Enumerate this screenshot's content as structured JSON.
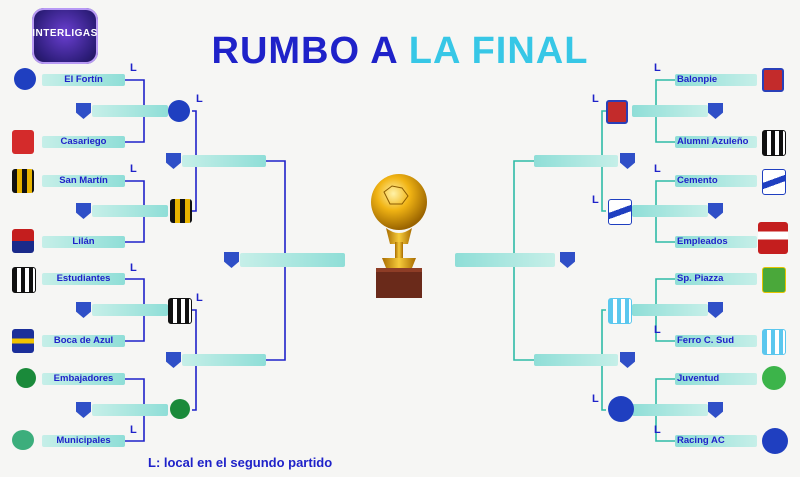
{
  "header": {
    "title_part1": "RUMBO A",
    "title_part2": "LA FINAL",
    "logo_text": "INTERLIGAS"
  },
  "left_bracket": {
    "teams": [
      "El Fortín",
      "Casariego",
      "San Martín",
      "Lilán",
      "Estudiantes",
      "Boca de Azul",
      "Embajadores",
      "Municipales"
    ]
  },
  "right_bracket": {
    "teams": [
      "Balonpie",
      "Alumni Azuleño",
      "Cemento",
      "Empleados",
      "Sp. Piazza",
      "Ferro C. Sud",
      "Juventud",
      "Racing AC"
    ]
  },
  "home_marker": "L",
  "legend": "L: local en el segundo partido",
  "colors": {
    "title_blue": "#1f22c9",
    "title_cyan": "#37c7e6",
    "line_blue": "#1f22c9",
    "line_teal": "#2fbba6",
    "slot": "#a8e6df"
  },
  "icons": [
    "interligas-logo",
    "trophy-icon",
    "team-crest",
    "placeholder-shield-icon"
  ]
}
